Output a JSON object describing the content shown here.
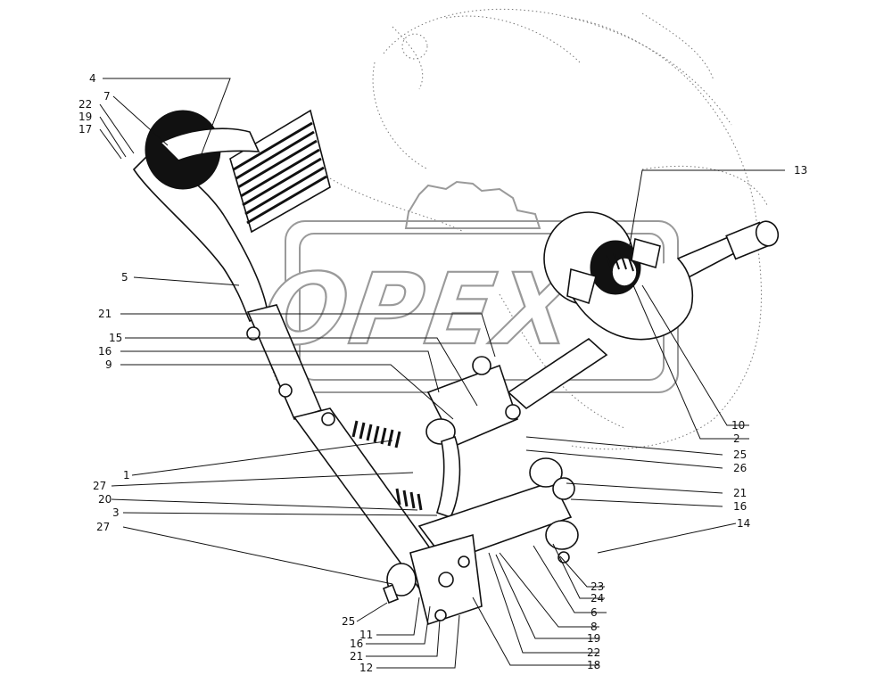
{
  "watermark": {
    "text": "OPEX"
  },
  "callouts": [
    {
      "id": "c4",
      "label": "4"
    },
    {
      "id": "c7",
      "label": "7"
    },
    {
      "id": "c22a",
      "label": "22"
    },
    {
      "id": "c19a",
      "label": "19"
    },
    {
      "id": "c17",
      "label": "17"
    },
    {
      "id": "c5",
      "label": "5"
    },
    {
      "id": "c21a",
      "label": "21"
    },
    {
      "id": "c15",
      "label": "15"
    },
    {
      "id": "c16a",
      "label": "16"
    },
    {
      "id": "c9",
      "label": "9"
    },
    {
      "id": "c1",
      "label": "1"
    },
    {
      "id": "c27a",
      "label": "27"
    },
    {
      "id": "c20",
      "label": "20"
    },
    {
      "id": "c3",
      "label": "3"
    },
    {
      "id": "c27b",
      "label": "27"
    },
    {
      "id": "c25a",
      "label": "25"
    },
    {
      "id": "c11",
      "label": "11"
    },
    {
      "id": "c16b",
      "label": "16"
    },
    {
      "id": "c21b",
      "label": "21"
    },
    {
      "id": "c12",
      "label": "12"
    },
    {
      "id": "c13",
      "label": "13"
    },
    {
      "id": "c10",
      "label": "10"
    },
    {
      "id": "c2",
      "label": "2"
    },
    {
      "id": "c25b",
      "label": "25"
    },
    {
      "id": "c26",
      "label": "26"
    },
    {
      "id": "c21c",
      "label": "21"
    },
    {
      "id": "c16c",
      "label": "16"
    },
    {
      "id": "c14",
      "label": "14"
    },
    {
      "id": "c23",
      "label": "23"
    },
    {
      "id": "c24",
      "label": "24"
    },
    {
      "id": "c6",
      "label": "6"
    },
    {
      "id": "c8",
      "label": "8"
    },
    {
      "id": "c19b",
      "label": "19"
    },
    {
      "id": "c22b",
      "label": "22"
    },
    {
      "id": "c18",
      "label": "18"
    }
  ]
}
